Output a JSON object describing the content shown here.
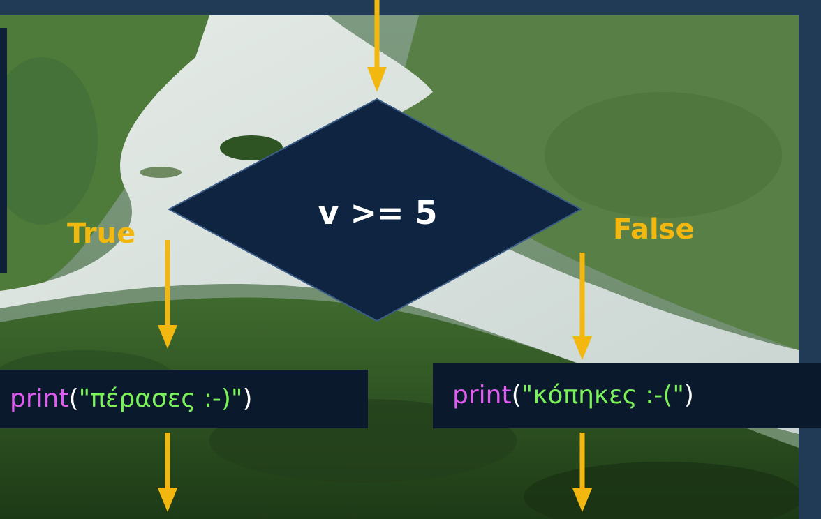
{
  "decision": {
    "condition": "v >= 5",
    "true_label": "True",
    "false_label": "False"
  },
  "outputs": {
    "true_branch": {
      "keyword": "print",
      "open": "(",
      "string": "\"πέρασες :-)\"",
      "close": ")"
    },
    "false_branch": {
      "keyword": "print",
      "open": "(",
      "string": "\"κόπηκες :-(\"",
      "close": ")"
    }
  },
  "colors": {
    "arrow": "#f3b80f",
    "diamond_fill": "#0f2440",
    "keyword": "#e05cf0",
    "string": "#7cf25a"
  },
  "background_image": "aerial river valley with forest"
}
